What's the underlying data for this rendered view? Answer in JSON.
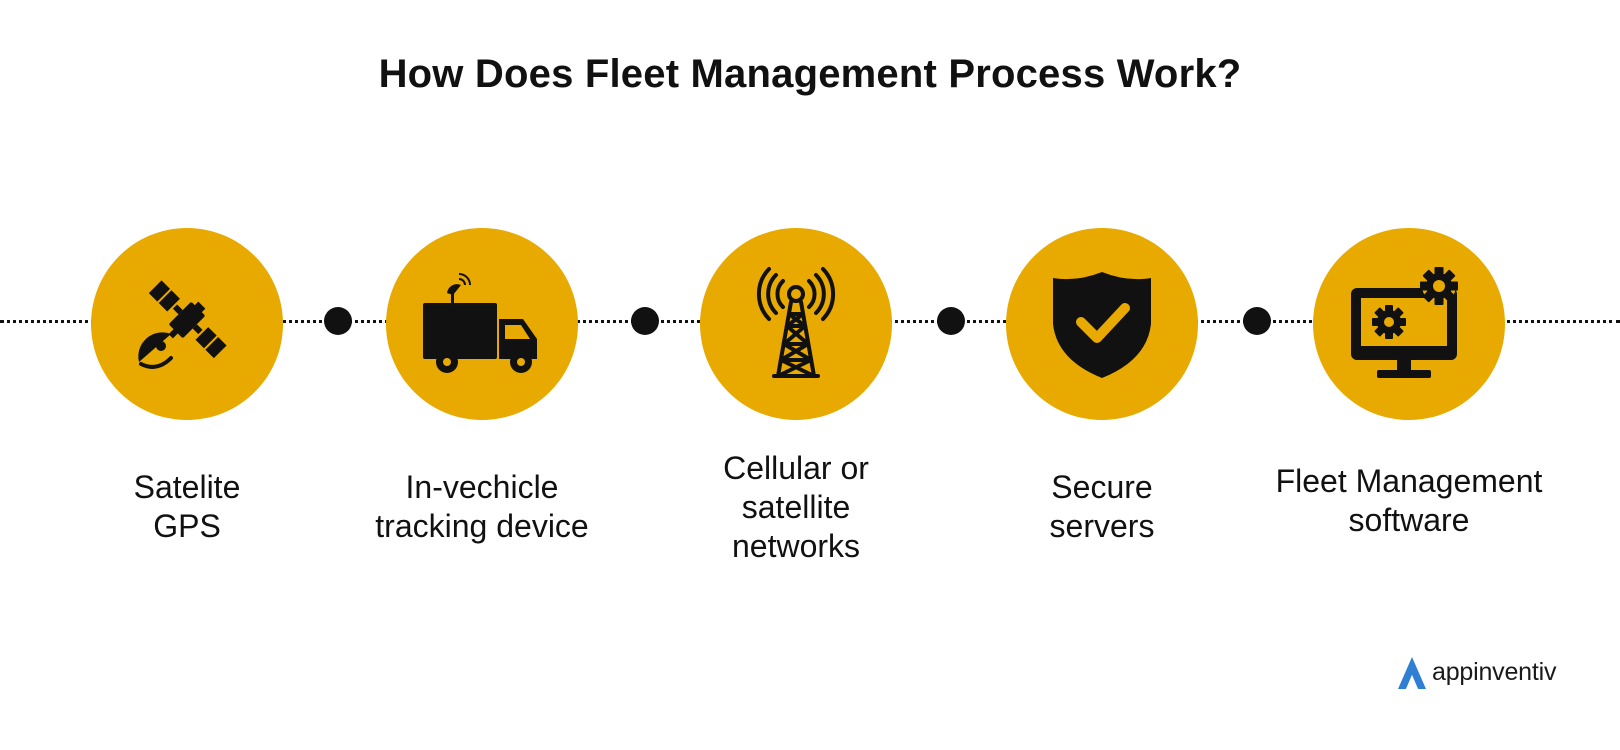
{
  "title": "How Does Fleet Management Process Work?",
  "steps": [
    {
      "icon": "satellite-icon",
      "lines": [
        "Satelite",
        "GPS"
      ]
    },
    {
      "icon": "truck-antenna-icon",
      "lines": [
        "In-vechicle",
        "tracking device"
      ]
    },
    {
      "icon": "cell-tower-icon",
      "lines": [
        "Cellular or",
        "satellite",
        "networks"
      ]
    },
    {
      "icon": "shield-check-icon",
      "lines": [
        "Secure",
        "servers"
      ]
    },
    {
      "icon": "monitor-gears-icon",
      "lines": [
        "Fleet Management",
        "software"
      ]
    }
  ],
  "brand": {
    "name": "appinventiv"
  },
  "colors": {
    "accent": "#e8a900",
    "ink": "#111111",
    "brand_blue": "#2f7fd4"
  }
}
